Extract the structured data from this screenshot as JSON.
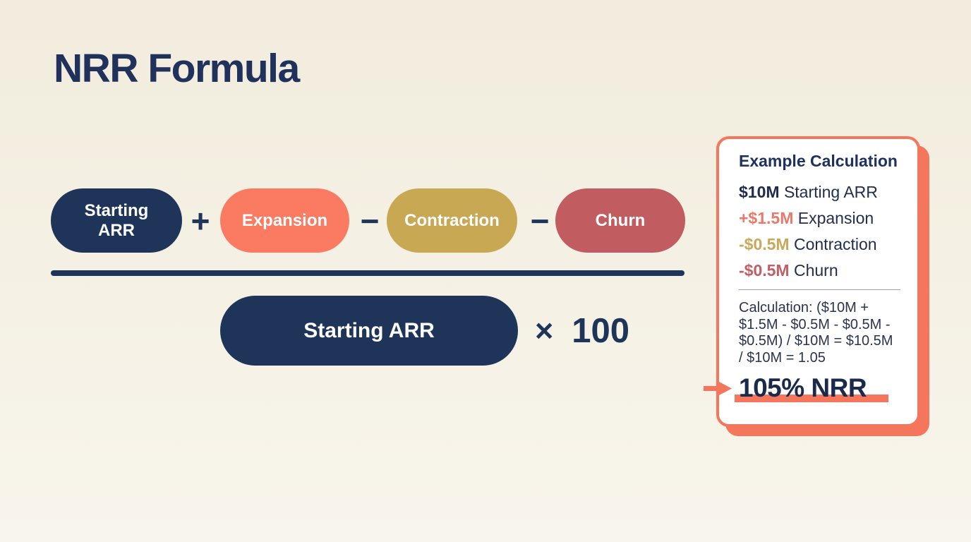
{
  "page": {
    "title": "NRR Formula"
  },
  "colors": {
    "background": "#f3efe3",
    "navy": "#1e3458",
    "coral": "#fa7a62",
    "gold": "#c9a853",
    "red": "#c15d60",
    "card_accent": "#f4765c",
    "ink": "#20315c"
  },
  "formula": {
    "numerator": [
      {
        "label": "Starting ARR",
        "color": "#1e3458"
      },
      {
        "label": "Expansion",
        "color": "#fa7a62"
      },
      {
        "label": "Contraction",
        "color": "#c9a853"
      },
      {
        "label": "Churn",
        "color": "#c15d60"
      }
    ],
    "operators": [
      "+",
      "−",
      "−"
    ],
    "denominator": "Starting ARR",
    "multiplier_symbol": "×",
    "multiplier_value": "100"
  },
  "example_card": {
    "title": "Example Calculation",
    "lines": [
      {
        "amount": "$10M",
        "label": "Starting ARR",
        "color": "#1f2c4d"
      },
      {
        "amount": "+$1.5M",
        "label": "Expansion",
        "color": "#e9796b"
      },
      {
        "amount": "-$0.5M",
        "label": "Contraction",
        "color": "#c9a85a"
      },
      {
        "amount": "-$0.5M",
        "label": "Churn",
        "color": "#c25f66"
      }
    ],
    "calculation": "Calculation: ($10M + $1.5M - $0.5M - $0.5M - $0.5M) / $10M = $10.5M / $10M = 1.05",
    "result": "105% NRR"
  }
}
